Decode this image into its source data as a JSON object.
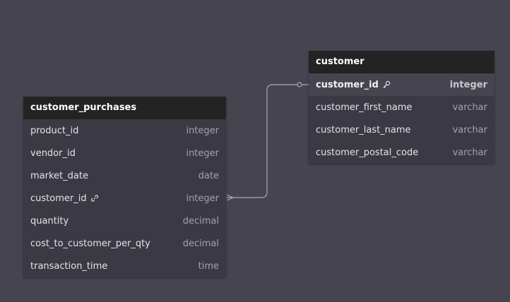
{
  "tables": {
    "customer_purchases": {
      "name": "customer_purchases",
      "fields": [
        {
          "name": "product_id",
          "type": "integer"
        },
        {
          "name": "vendor_id",
          "type": "integer"
        },
        {
          "name": "market_date",
          "type": "date"
        },
        {
          "name": "customer_id",
          "type": "integer",
          "icon": "link-icon"
        },
        {
          "name": "quantity",
          "type": "decimal"
        },
        {
          "name": "cost_to_customer_per_qty",
          "type": "decimal"
        },
        {
          "name": "transaction_time",
          "type": "time"
        }
      ]
    },
    "customer": {
      "name": "customer",
      "fields": [
        {
          "name": "customer_id",
          "type": "integer",
          "icon": "key-icon",
          "primary_key": true
        },
        {
          "name": "customer_first_name",
          "type": "varchar"
        },
        {
          "name": "customer_last_name",
          "type": "varchar"
        },
        {
          "name": "customer_postal_code",
          "type": "varchar"
        }
      ]
    }
  },
  "relationships": [
    {
      "from": "customer_purchases.customer_id",
      "to": "customer.customer_id",
      "from_end": "many",
      "to_end": "one-optional"
    }
  ],
  "colors": {
    "canvas": "#46454f",
    "table_header": "#232323",
    "table_body": "#3b3a44",
    "connector": "#a9a8b0"
  }
}
